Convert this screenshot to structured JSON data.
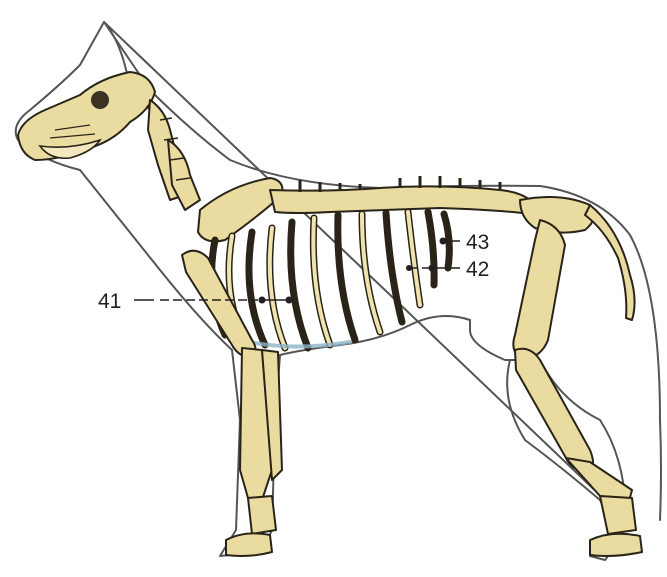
{
  "figure": {
    "labels": [
      {
        "id": "41",
        "text": "41"
      },
      {
        "id": "42",
        "text": "42"
      },
      {
        "id": "43",
        "text": "43"
      }
    ]
  }
}
